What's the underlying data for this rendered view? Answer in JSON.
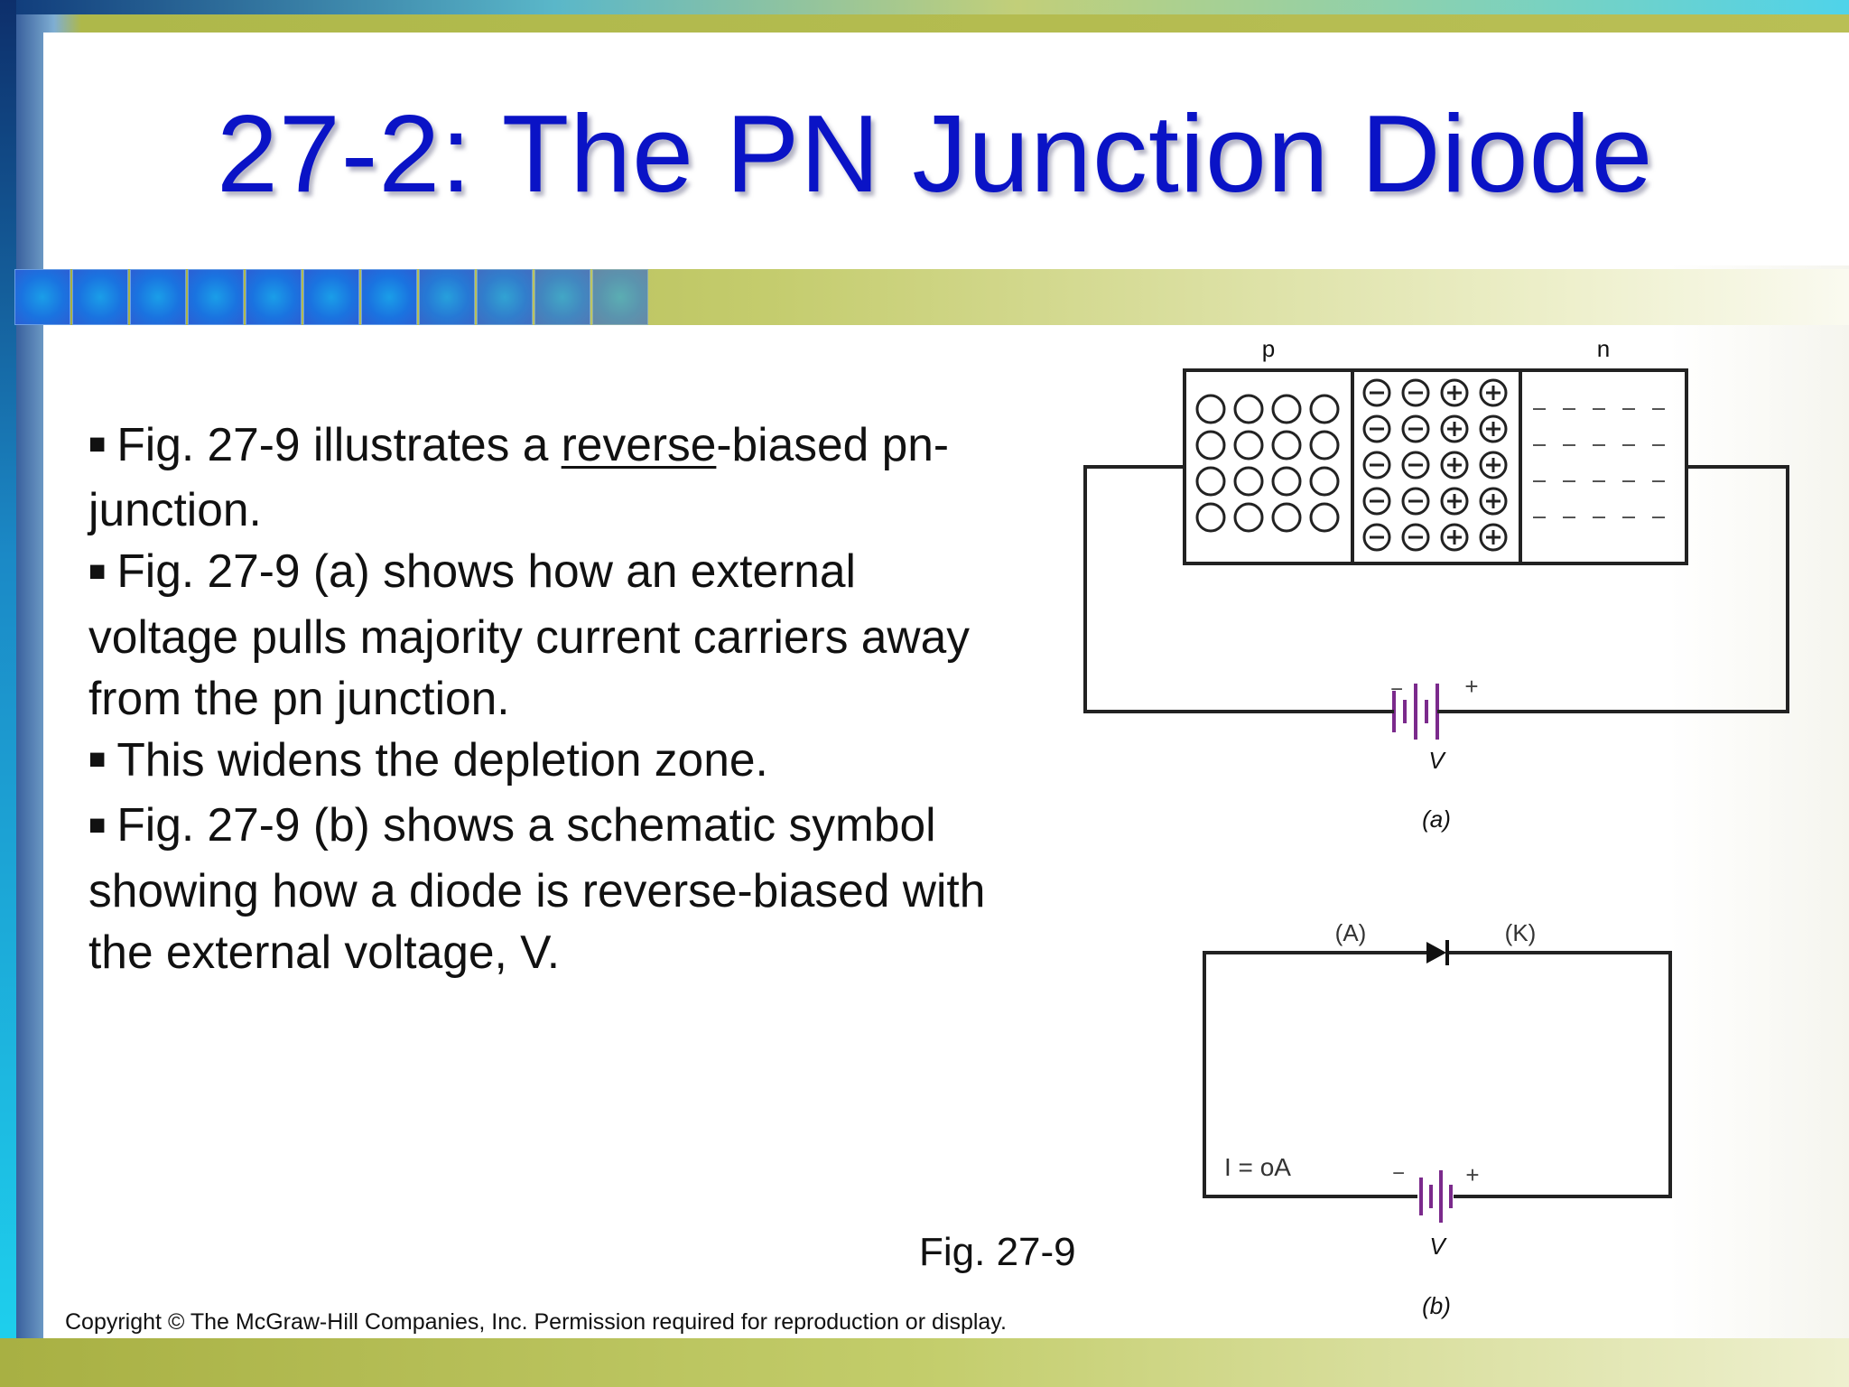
{
  "slide": {
    "title": "27-2: The PN Junction Diode",
    "bullets": [
      {
        "before": "Fig. 27-9 illustrates a ",
        "underlined": "reverse",
        "after": "-biased pn-junction."
      },
      {
        "text": "Fig. 27-9 (a) shows how an external voltage pulls majority current carriers away from the pn junction."
      },
      {
        "text": "This widens the depletion zone."
      },
      {
        "text": "Fig. 27-9 (b) shows a schematic symbol showing how a diode is reverse-biased with the external voltage, V."
      }
    ],
    "figure_caption": "Fig. 27-9",
    "copyright": "Copyright © The McGraw-Hill Companies, Inc. Permission required for reproduction or display."
  },
  "figure_a": {
    "p_label": "p",
    "n_label": "n",
    "minus_sign": "−",
    "plus_sign": "+",
    "v_label": "V",
    "caption": "(a)"
  },
  "figure_b": {
    "anode_label": "(A)",
    "cathode_label": "(K)",
    "current_label": "I = oA",
    "minus_sign": "−",
    "plus_sign": "+",
    "v_label": "V",
    "caption": "(b)"
  },
  "colors": {
    "title": "#0a13c6",
    "battery": "#7b2a8c",
    "accent_square": "#1a73e0"
  },
  "icons": {
    "bullet": "square-bullet-icon",
    "diode": "diode-symbol-icon",
    "battery": "battery-symbol-icon"
  }
}
